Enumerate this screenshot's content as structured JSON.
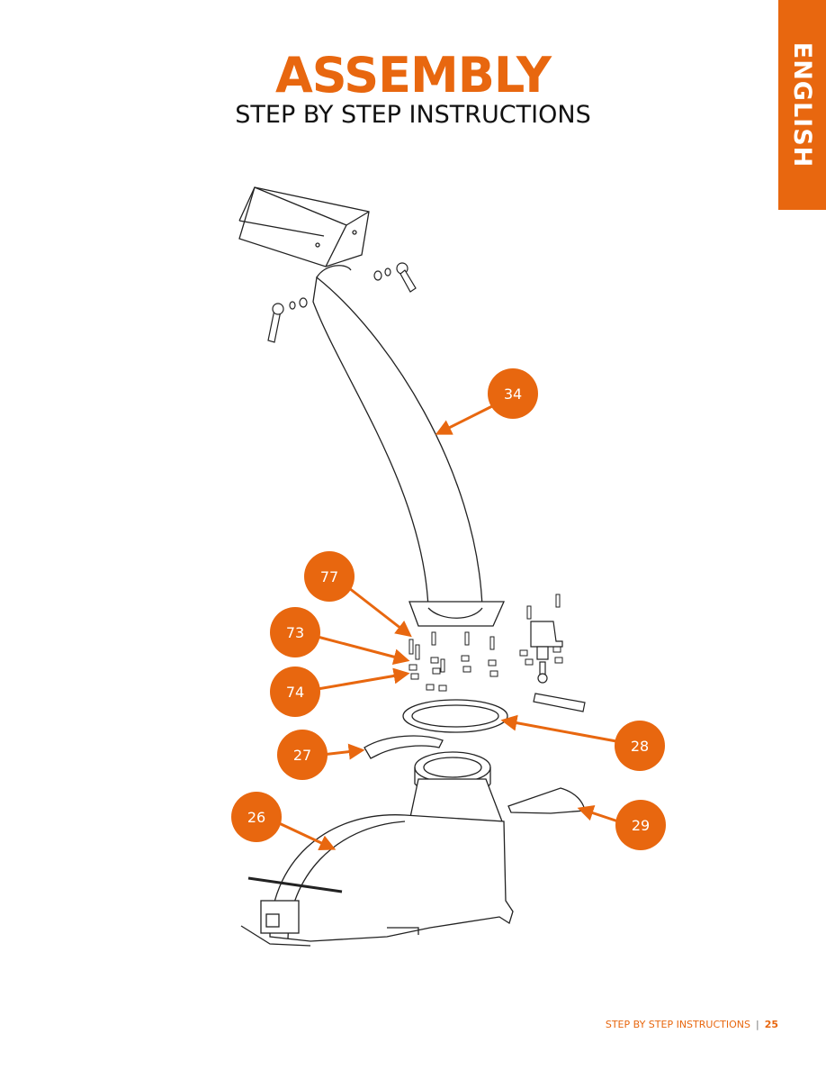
{
  "side_tab": {
    "label": "ENGLISH"
  },
  "header": {
    "title": "ASSEMBLY",
    "subtitle": "STEP BY STEP INSTRUCTIONS"
  },
  "callouts": [
    {
      "id": "34",
      "label": "34"
    },
    {
      "id": "77",
      "label": "77"
    },
    {
      "id": "73",
      "label": "73"
    },
    {
      "id": "74",
      "label": "74"
    },
    {
      "id": "28",
      "label": "28"
    },
    {
      "id": "27",
      "label": "27"
    },
    {
      "id": "26",
      "label": "26"
    },
    {
      "id": "29",
      "label": "29"
    }
  ],
  "footer": {
    "section": "STEP BY STEP INSTRUCTIONS",
    "separator": "|",
    "page": "25"
  },
  "colors": {
    "accent": "#e8670f",
    "line": "#222222"
  }
}
